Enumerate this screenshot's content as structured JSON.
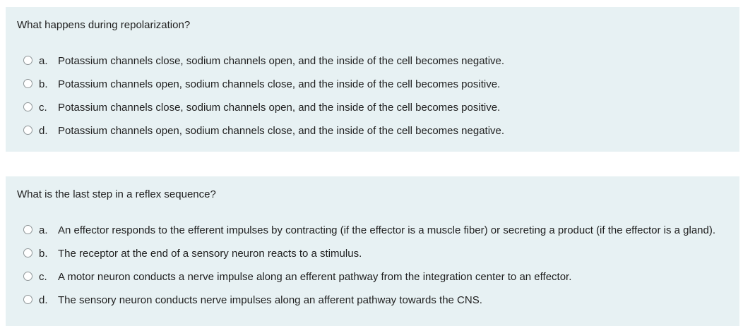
{
  "colors": {
    "page_background": "#ffffff",
    "question_background": "#e7f1f3",
    "text": "#1f1f1f",
    "radio_border": "#8f9698"
  },
  "questions": [
    {
      "title": "What happens during repolarization?",
      "options": [
        {
          "letter": "a.",
          "text": "Potassium channels close, sodium channels open, and the inside of the cell becomes negative."
        },
        {
          "letter": "b.",
          "text": "Potassium channels open, sodium channels close, and the inside of the cell becomes positive."
        },
        {
          "letter": "c.",
          "text": "Potassium channels close, sodium channels open, and the inside of the cell becomes positive."
        },
        {
          "letter": "d.",
          "text": "Potassium channels open, sodium channels close, and the inside of the cell becomes negative."
        }
      ]
    },
    {
      "title": "What is the last step in a reflex sequence?",
      "options": [
        {
          "letter": "a.",
          "text": "An effector responds to the efferent impulses by contracting (if the effector is a muscle fiber) or secreting a product (if the effector is a gland)."
        },
        {
          "letter": "b.",
          "text": "The receptor at the end of a sensory neuron reacts to a stimulus."
        },
        {
          "letter": "c.",
          "text": "A motor neuron conducts a nerve impulse along an efferent pathway from the integration center to an effector."
        },
        {
          "letter": "d.",
          "text": "The sensory neuron conducts nerve impulses along an afferent pathway towards the CNS."
        }
      ]
    }
  ]
}
